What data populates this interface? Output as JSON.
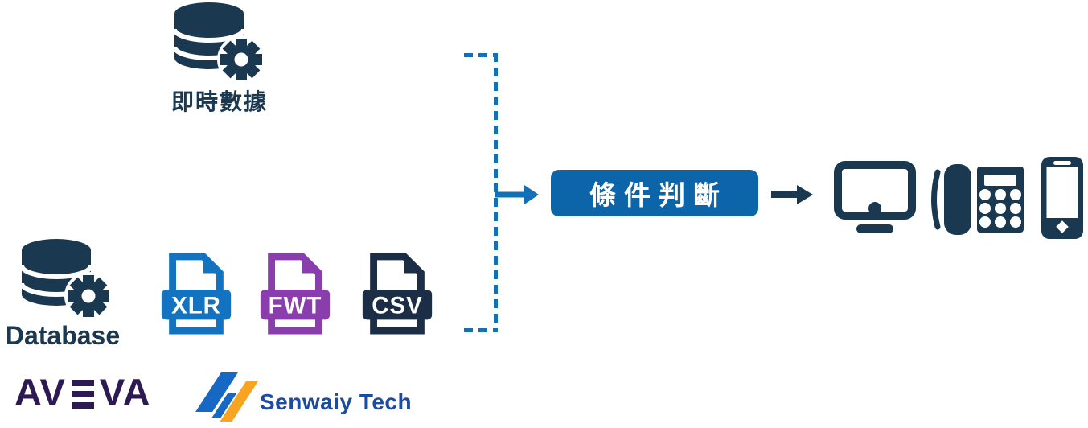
{
  "diagram": {
    "background": "#ffffff",
    "colors": {
      "icon_navy": "#1b3851",
      "connector_blue": "#1470b6",
      "button_blue": "#0d65a9",
      "xlr_blue": "#1373c1",
      "fwt_purple": "#8a3dad",
      "csv_navy": "#1b2e45",
      "aveva_purple": "#2e1a52",
      "senwaiy_blue": "#1c4ba0",
      "senwaiy_mark_blue": "#1568c4",
      "senwaiy_mark_orange": "#f7a421"
    },
    "sources": {
      "realtime": {
        "label": "即時數據",
        "icon": "database-gear-icon"
      },
      "database": {
        "label": "Database",
        "icon": "database-gear-icon"
      },
      "file_types": [
        {
          "label": "XLR",
          "icon": "file-xlr-icon"
        },
        {
          "label": "FWT",
          "icon": "file-fwt-icon"
        },
        {
          "label": "CSV",
          "icon": "file-csv-icon"
        }
      ]
    },
    "process": {
      "label": "條件判斷"
    },
    "outputs": {
      "devices": [
        {
          "icon": "desktop-monitor-icon"
        },
        {
          "icon": "desk-phone-icon"
        },
        {
          "icon": "smartphone-icon"
        }
      ]
    },
    "logos": {
      "aveva": {
        "text": "AVEVA",
        "left": "AV",
        "right": "VA"
      },
      "senwaiy": {
        "text": "Senwaiy Tech"
      }
    }
  }
}
